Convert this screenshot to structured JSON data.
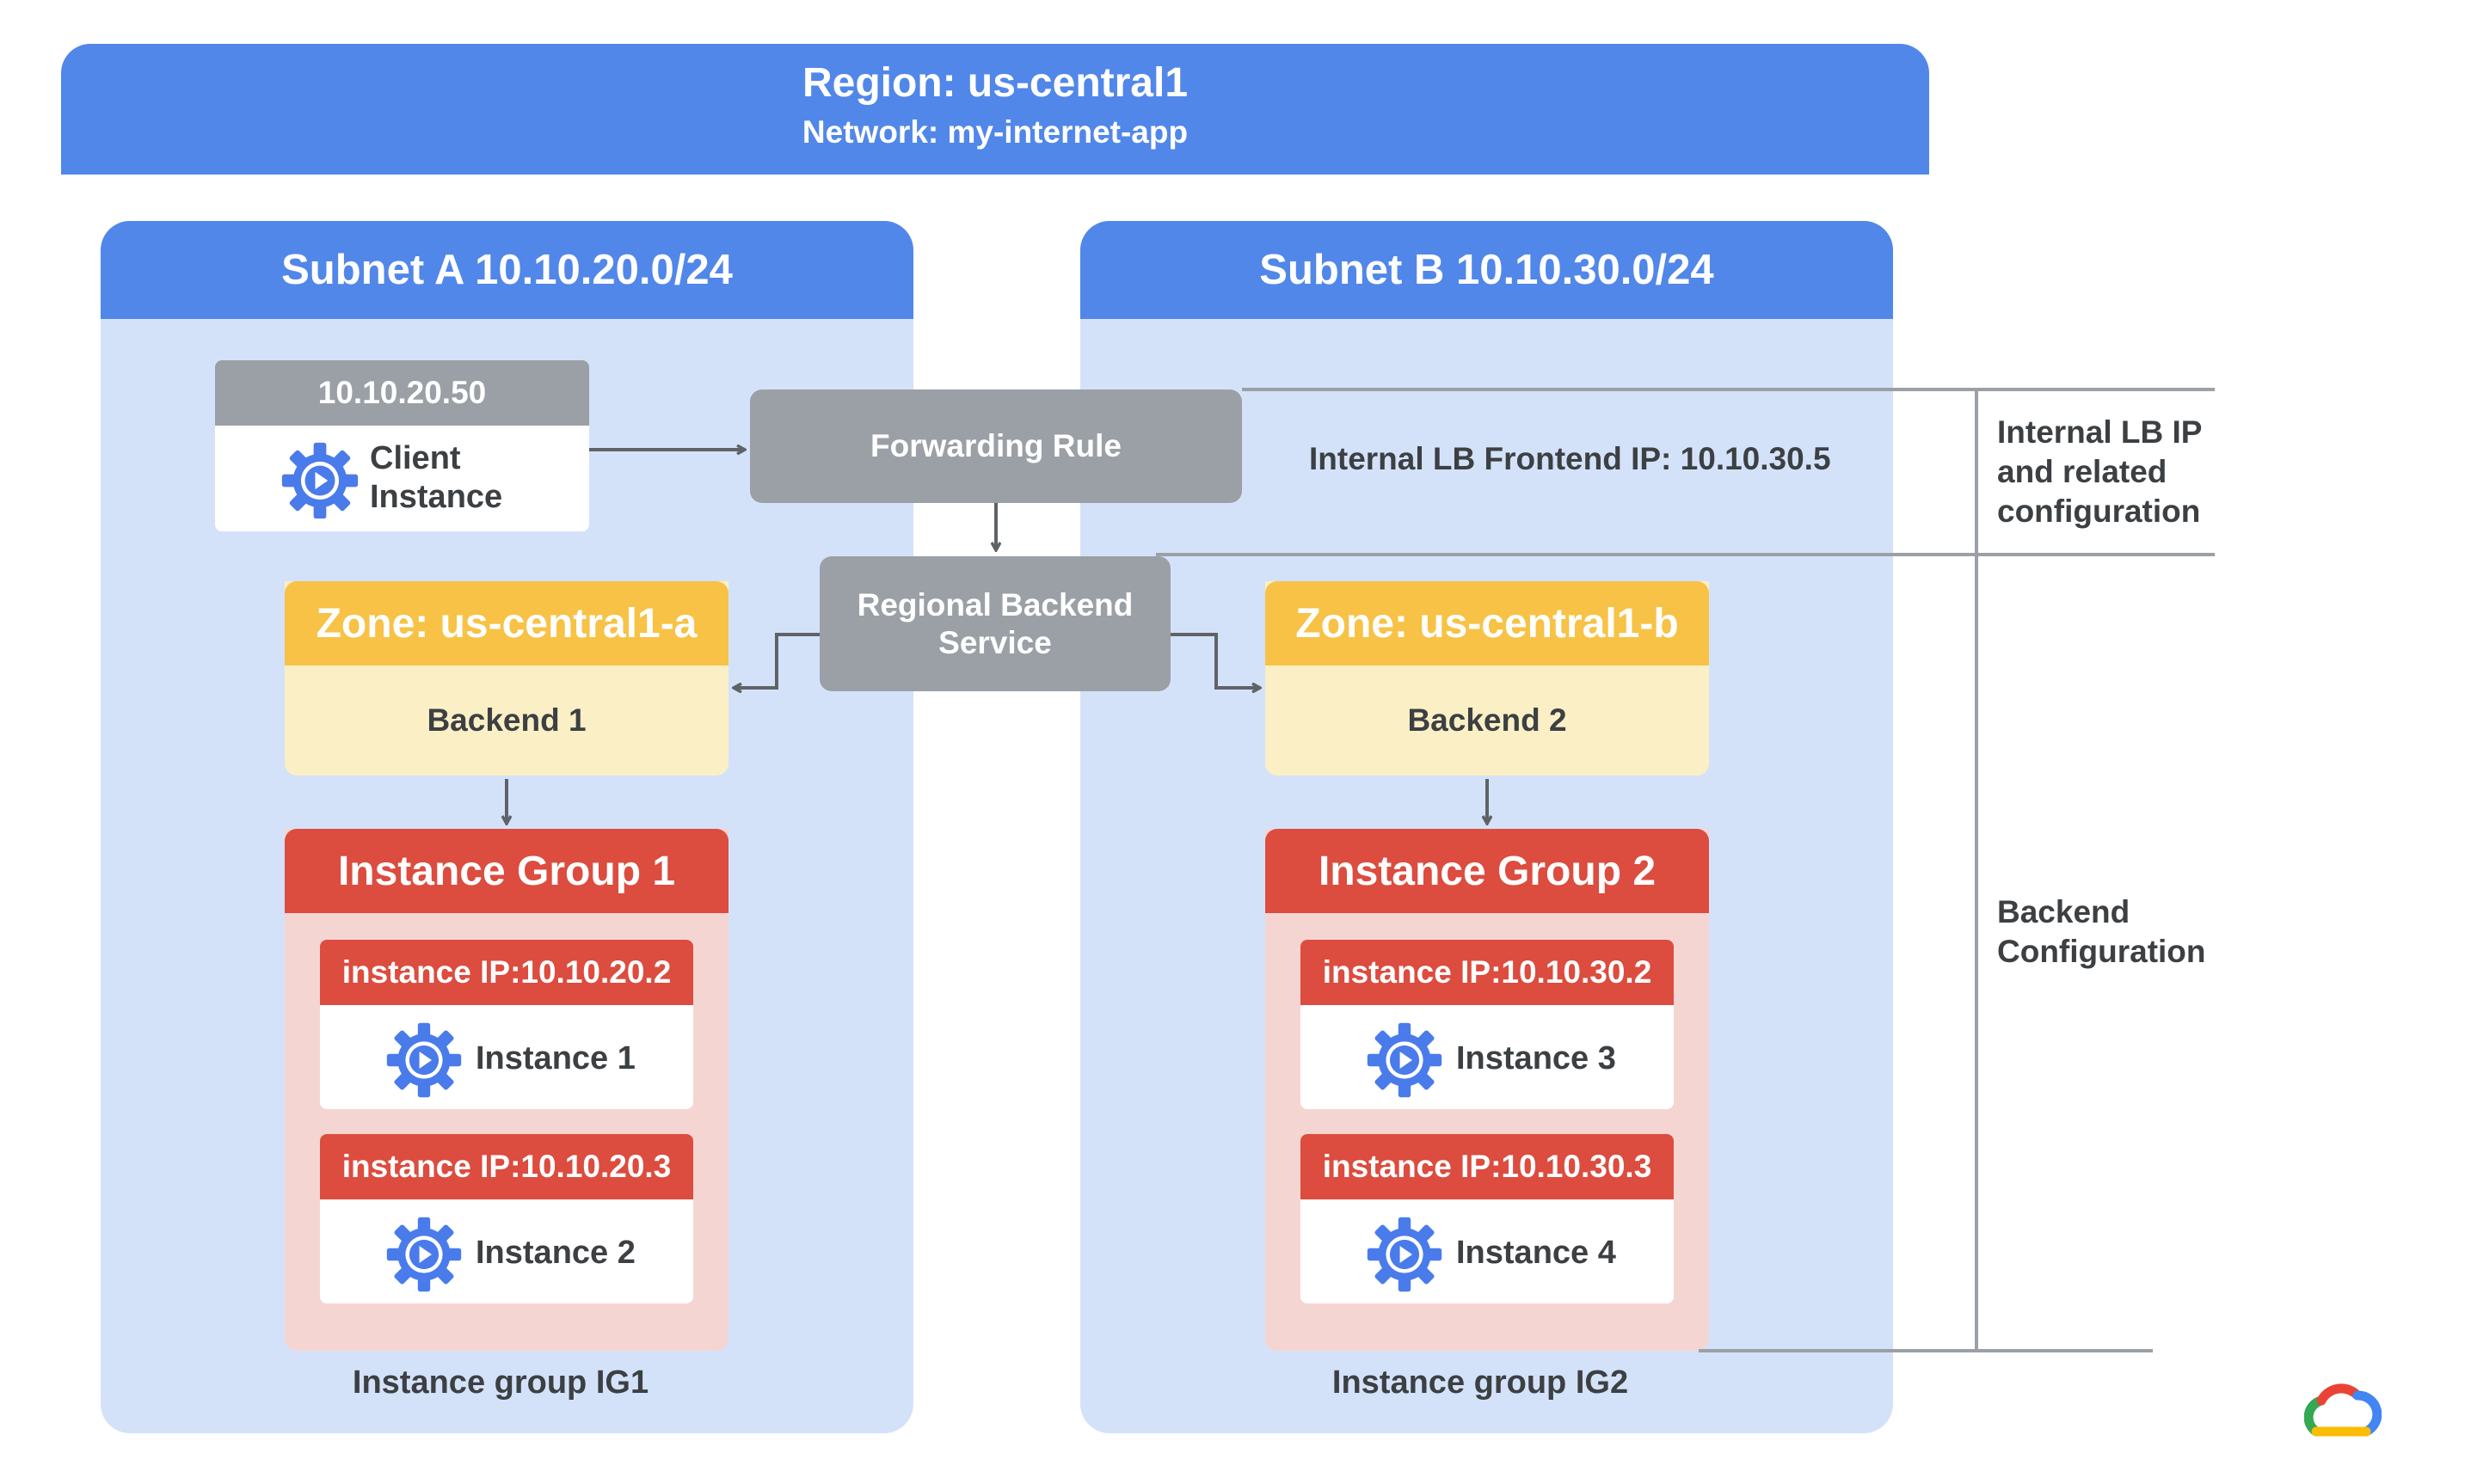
{
  "region": {
    "title": "Region: us-central1",
    "network": "Network: my-internet-app"
  },
  "subnets": [
    {
      "title": "Subnet A 10.10.20.0/24",
      "group_caption": "Instance group IG1"
    },
    {
      "title": "Subnet B 10.10.30.0/24",
      "group_caption": "Instance group IG2"
    }
  ],
  "client": {
    "ip": "10.10.20.50",
    "label_line1": "Client",
    "label_line2": "Instance"
  },
  "forwarding_rule": {
    "label": "Forwarding Rule"
  },
  "backend_service": {
    "label_line1": "Regional Backend",
    "label_line2": "Service"
  },
  "frontend_ip": {
    "label": "Internal LB Frontend IP: 10.10.30.5"
  },
  "zones": [
    {
      "title": "Zone: us-central1-a",
      "backend": "Backend 1"
    },
    {
      "title": "Zone: us-central1-b",
      "backend": "Backend 2"
    }
  ],
  "instance_groups": [
    {
      "title": "Instance Group 1",
      "instances": [
        {
          "ip": "instance IP:10.10.20.2",
          "name": "Instance 1"
        },
        {
          "ip": "instance IP:10.10.20.3",
          "name": "Instance 2"
        }
      ]
    },
    {
      "title": "Instance Group 2",
      "instances": [
        {
          "ip": "instance IP:10.10.30.2",
          "name": "Instance 3"
        },
        {
          "ip": "instance IP:10.10.30.3",
          "name": "Instance 4"
        }
      ]
    }
  ],
  "side_labels": {
    "lb_ip": [
      "Internal LB IP",
      "and related",
      "configuration"
    ],
    "backend": [
      "Backend",
      "Configuration"
    ]
  },
  "colors": {
    "region_blue": "#5187e9",
    "subnet_bg": "#d4e2f9",
    "gray": "#9aa0a6",
    "zone_yellow": "#f7c246",
    "zone_bg": "#fbefc6",
    "ig_red": "#dc4c3f",
    "ig_bg": "#f5d5d2",
    "gear_blue": "#4a7bea"
  },
  "icons": {
    "instance": "compute-engine-gear-icon",
    "logo": "google-cloud-logo-icon"
  }
}
